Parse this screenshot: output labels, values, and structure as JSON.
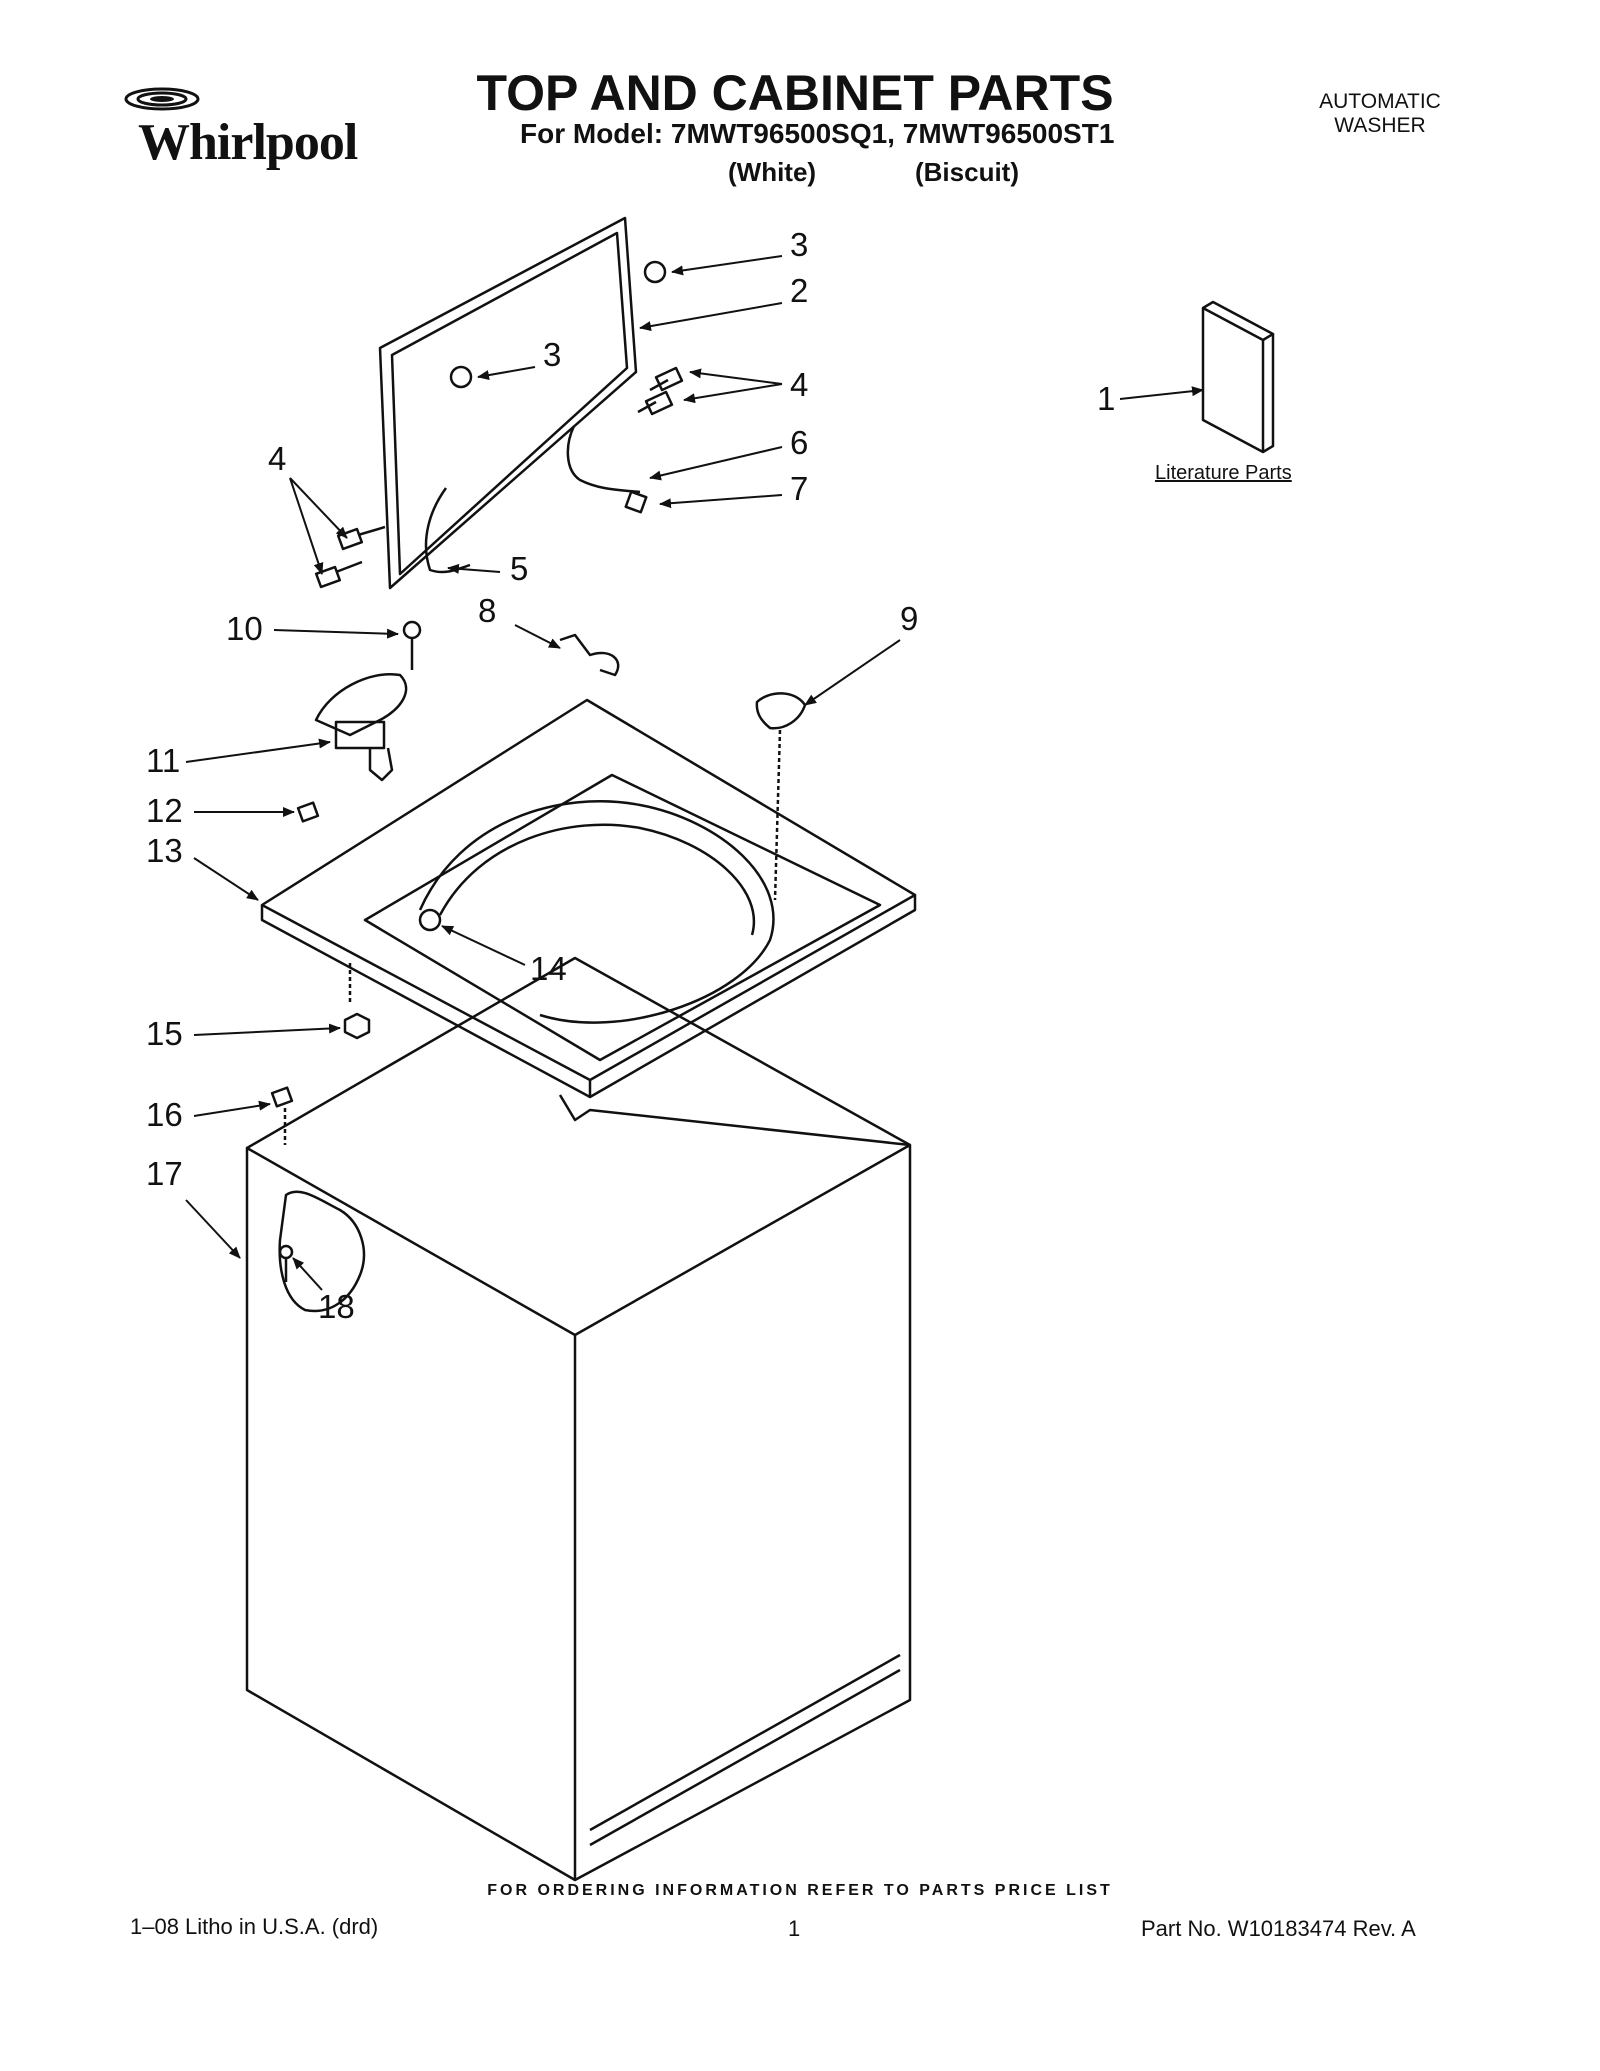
{
  "brand": {
    "name": "Whirlpool"
  },
  "header": {
    "title": "TOP AND CABINET PARTS",
    "model_line": "For Model: 7MWT96500SQ1, 7MWT96500ST1",
    "color_white": "(White)",
    "color_biscuit": "(Biscuit)",
    "product_type_line1": "AUTOMATIC",
    "product_type_line2": "WASHER"
  },
  "diagram": {
    "literature_label": "Literature Parts",
    "callouts": [
      "1",
      "2",
      "3",
      "3",
      "4",
      "4",
      "5",
      "6",
      "7",
      "8",
      "9",
      "10",
      "11",
      "12",
      "13",
      "14",
      "15",
      "16",
      "17",
      "18"
    ]
  },
  "footer": {
    "ordering_note": "FOR ORDERING INFORMATION REFER TO PARTS PRICE LIST",
    "litho": "1–08 Litho in U.S.A. (drd)",
    "page": "1",
    "part_number": "Part No. W10183474 Rev. A"
  }
}
